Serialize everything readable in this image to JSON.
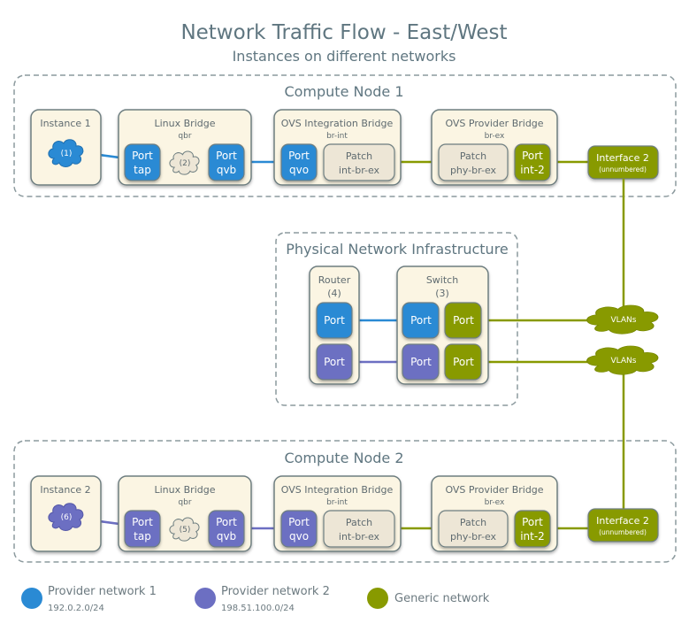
{
  "header": {
    "title": "Network Traffic Flow - East/West",
    "subtitle": "Instances on different networks"
  },
  "colors": {
    "provider1": "#2a8ad4",
    "provider2": "#6c6fc2",
    "generic": "#889a00",
    "box_fill": "#fbf5e3",
    "box_stroke": "#6e7e80",
    "patch_fill": "#ede6d6",
    "dashed": "#8c9a9e"
  },
  "compute_node_1": {
    "title": "Compute Node 1",
    "instance": {
      "title": "Instance 1",
      "cloud_label": "(1)"
    },
    "linux_bridge": {
      "title": "Linux Bridge",
      "sub": "qbr",
      "port_tap": [
        "Port",
        "tap"
      ],
      "cloud_label": "(2)",
      "port_qvb": [
        "Port",
        "qvb"
      ]
    },
    "ovs_integration": {
      "title": "OVS Integration Bridge",
      "sub": "br-int",
      "port_qvo": [
        "Port",
        "qvo"
      ],
      "patch": [
        "Patch",
        "int-br-ex"
      ]
    },
    "ovs_provider": {
      "title": "OVS Provider Bridge",
      "sub": "br-ex",
      "patch": [
        "Patch",
        "phy-br-ex"
      ],
      "port_int": [
        "Port",
        "int-2"
      ]
    },
    "interface": {
      "title": "Interface 2",
      "sub": "(unnumbered)"
    }
  },
  "physical": {
    "title": "Physical Network Infrastructure",
    "router": {
      "title": "Router",
      "sub": "(4)",
      "ports": [
        "Port",
        "Port"
      ]
    },
    "switch": {
      "title": "Switch",
      "sub": "(3)",
      "ports": [
        "Port",
        "Port",
        "Port",
        "Port"
      ]
    },
    "vlans": [
      "VLANs",
      "VLANs"
    ]
  },
  "compute_node_2": {
    "title": "Compute Node 2",
    "instance": {
      "title": "Instance 2",
      "cloud_label": "(6)"
    },
    "linux_bridge": {
      "title": "Linux Bridge",
      "sub": "qbr",
      "port_tap": [
        "Port",
        "tap"
      ],
      "cloud_label": "(5)",
      "port_qvb": [
        "Port",
        "qvb"
      ]
    },
    "ovs_integration": {
      "title": "OVS Integration Bridge",
      "sub": "br-int",
      "port_qvo": [
        "Port",
        "qvo"
      ],
      "patch": [
        "Patch",
        "int-br-ex"
      ]
    },
    "ovs_provider": {
      "title": "OVS Provider Bridge",
      "sub": "br-ex",
      "patch": [
        "Patch",
        "phy-br-ex"
      ],
      "port_int": [
        "Port",
        "int-2"
      ]
    },
    "interface": {
      "title": "Interface 2",
      "sub": "(unnumbered)"
    }
  },
  "legend": [
    {
      "label": "Provider network 1",
      "sub": "192.0.2.0/24",
      "color": "#2a8ad4"
    },
    {
      "label": "Provider network 2",
      "sub": "198.51.100.0/24",
      "color": "#6c6fc2"
    },
    {
      "label": "Generic network",
      "sub": "",
      "color": "#889a00"
    }
  ]
}
